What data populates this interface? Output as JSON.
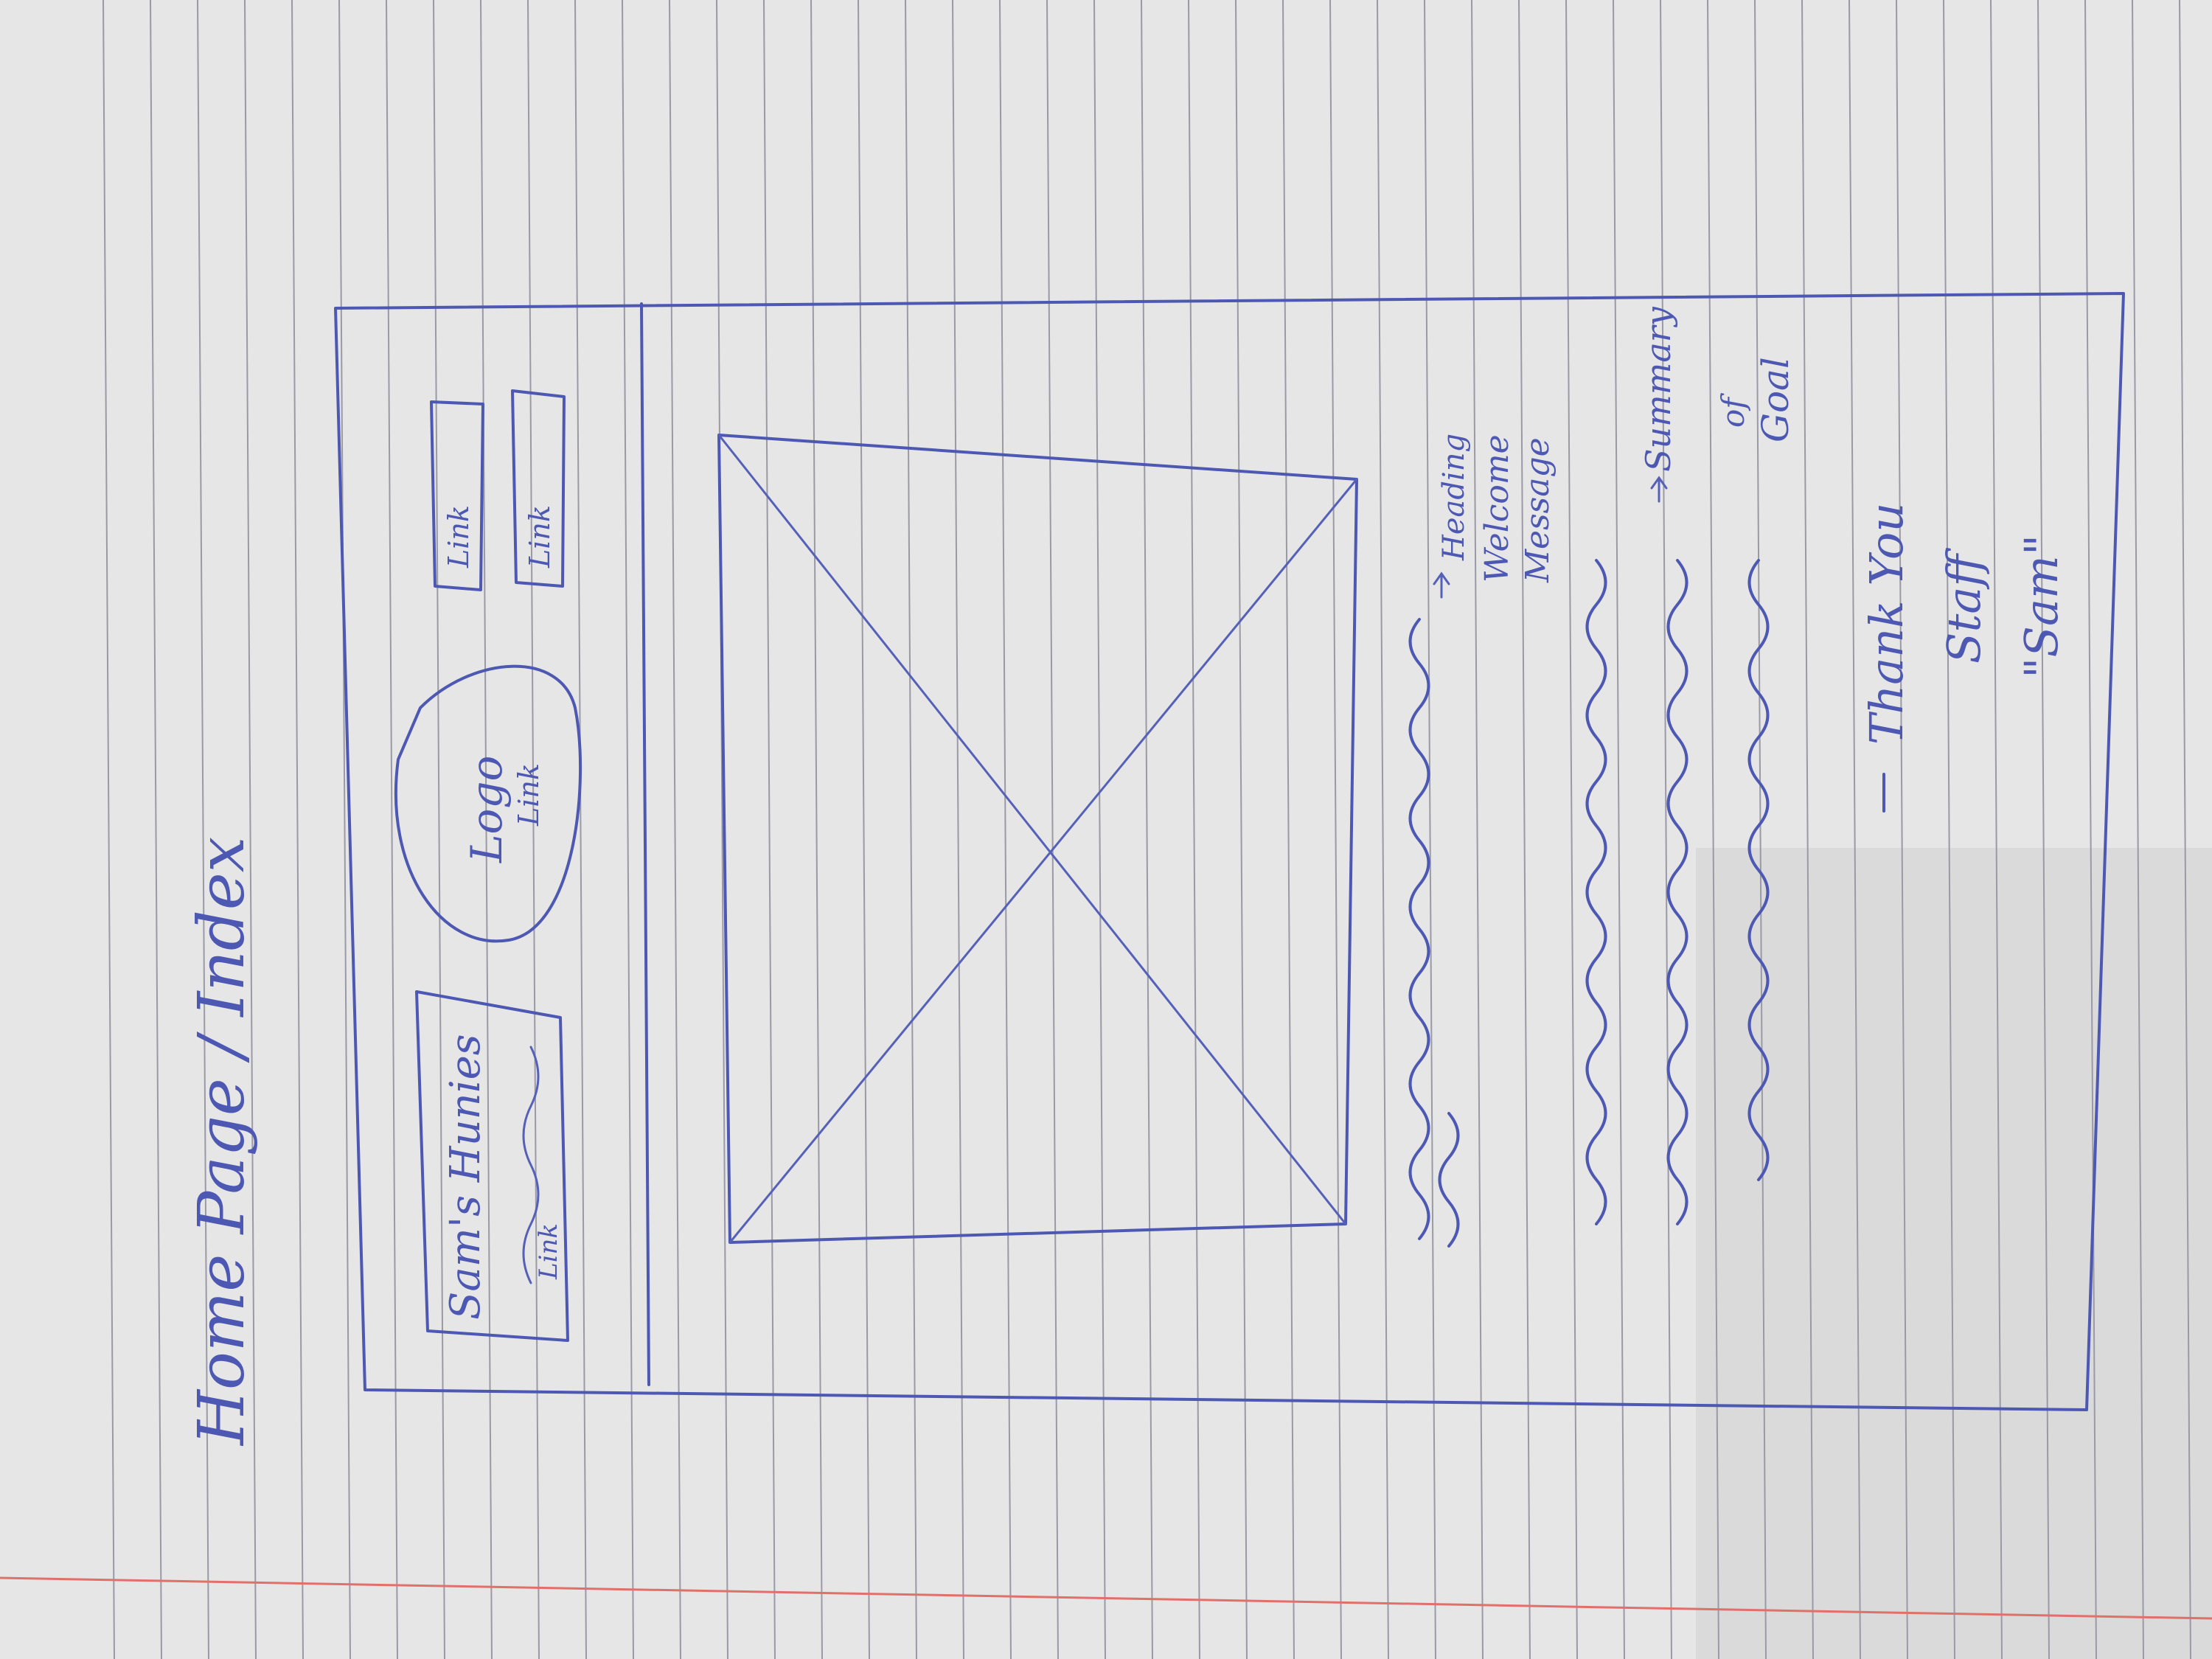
{
  "page": {
    "title": "Home Page / Index"
  },
  "wireframe": {
    "header": {
      "brand_box": {
        "text": "Sam's Hunies",
        "link": "Link"
      },
      "logo": {
        "text": "Logo",
        "link": "Link"
      },
      "nav_links": [
        "Link",
        "Link"
      ]
    },
    "hero_image": "",
    "heading_note": [
      "Heading",
      "Welcome",
      "Message"
    ],
    "summary_note": [
      "Summary",
      "of",
      "Goal"
    ],
    "signoff": [
      "Thank You",
      "Staff",
      "\"Sam\""
    ]
  },
  "colors": {
    "ink": "#4d58b3",
    "paper": "#e6e6e6",
    "rule": "#9a9aa6",
    "margin": "#e2706a"
  }
}
